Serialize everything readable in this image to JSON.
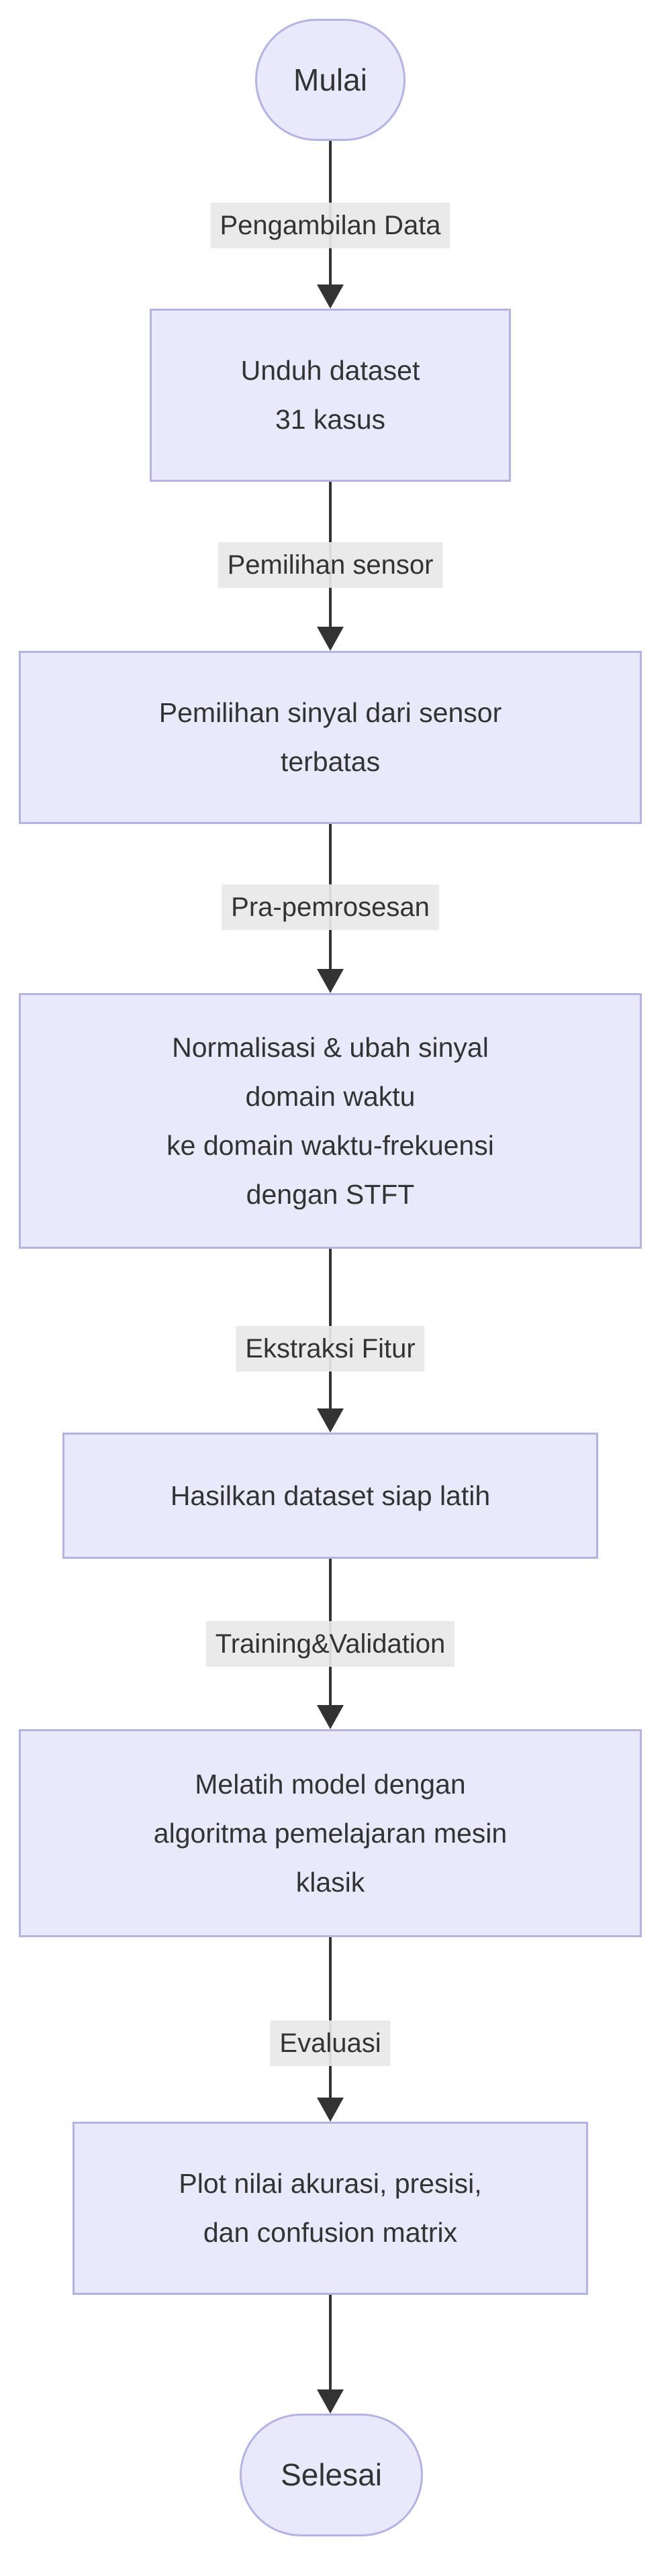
{
  "flow": {
    "kind": "flowchart-top-down",
    "colors": {
      "node_fill": "#e9e9fb",
      "node_border": "#b3b3e8",
      "edge": "#333333",
      "edge_label_bg": "#e8e8e8",
      "text": "#333333"
    },
    "nodes": [
      {
        "id": "mulai",
        "shape": "stadium",
        "label": "Mulai"
      },
      {
        "id": "unduh-dataset",
        "shape": "rect",
        "lines": [
          "Unduh dataset",
          "31 kasus"
        ]
      },
      {
        "id": "pemilihan-sinyal",
        "shape": "rect",
        "lines": [
          "Pemilihan sinyal dari sensor",
          "terbatas"
        ]
      },
      {
        "id": "normalisasi-stft",
        "shape": "rect",
        "lines": [
          "Normalisasi & ubah sinyal",
          "domain waktu",
          "ke domain waktu-frekuensi",
          "dengan STFT"
        ]
      },
      {
        "id": "dataset-siap-latih",
        "shape": "rect",
        "lines": [
          "Hasilkan dataset siap latih"
        ]
      },
      {
        "id": "melatih-model",
        "shape": "rect",
        "lines": [
          "Melatih model dengan",
          "algoritma pemelajaran mesin",
          "klasik"
        ]
      },
      {
        "id": "plot-evaluasi",
        "shape": "rect",
        "lines": [
          "Plot nilai akurasi, presisi,",
          "dan confusion matrix"
        ]
      },
      {
        "id": "selesai",
        "shape": "stadium",
        "label": "Selesai"
      }
    ],
    "edges": [
      {
        "from": "mulai",
        "to": "unduh-dataset",
        "label": "Pengambilan Data"
      },
      {
        "from": "unduh-dataset",
        "to": "pemilihan-sinyal",
        "label": "Pemilihan sensor"
      },
      {
        "from": "pemilihan-sinyal",
        "to": "normalisasi-stft",
        "label": "Pra-pemrosesan"
      },
      {
        "from": "normalisasi-stft",
        "to": "dataset-siap-latih",
        "label": "Ekstraksi Fitur"
      },
      {
        "from": "dataset-siap-latih",
        "to": "melatih-model",
        "label": "Training&Validation"
      },
      {
        "from": "melatih-model",
        "to": "plot-evaluasi",
        "label": "Evaluasi"
      },
      {
        "from": "plot-evaluasi",
        "to": "selesai"
      }
    ]
  }
}
